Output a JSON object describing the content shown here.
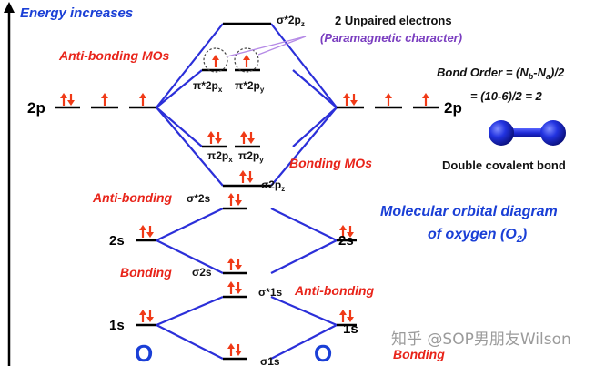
{
  "header": {
    "energy_label": "Energy increases"
  },
  "annotations": {
    "antibonding_mos": "Anti-bonding MOs",
    "unpaired_line1": "2 Unpaired electrons",
    "unpaired_line2": "(Paramagnetic character)",
    "bonding_mos": "Bonding MOs",
    "antibonding_2s": "Anti-bonding",
    "bonding_2s": "Bonding",
    "antibonding_1s": "Anti-bonding",
    "bonding_1s": "Bonding"
  },
  "atom_labels": {
    "left_2p": "2p",
    "right_2p": "2p",
    "left_2s": "2s",
    "right_2s": "2s",
    "left_1s": "1s",
    "right_1s": "1s",
    "left_atom": "O",
    "right_atom": "O"
  },
  "orbital_labels": {
    "sigma_star_2pz": "σ*2p",
    "sigma_star_2pz_sub": "z",
    "pi_star_2px": "π*2p",
    "pi_star_2px_sub": "x",
    "pi_star_2py": "π*2p",
    "pi_star_2py_sub": "y",
    "pi_2px": "π2p",
    "pi_2px_sub": "x",
    "pi_2py": "π2p",
    "pi_2py_sub": "y",
    "sigma_2pz": "σ2p",
    "sigma_2pz_sub": "z",
    "sigma_star_2s": "σ*2s",
    "sigma_2s": "σ2s",
    "sigma_star_1s": "σ*1s",
    "sigma_1s": "σ1s"
  },
  "bond_order": {
    "line1_prefix": "Bond Order = (N",
    "line1_b": "b",
    "line1_mid": "-N",
    "line1_a": "a",
    "line1_suffix": ")/2",
    "line2": "= (10-6)/2 = 2",
    "caption": "Double covalent bond"
  },
  "title": {
    "line1": "Molecular orbital diagram",
    "line2_prefix": "of oxygen (O",
    "line2_sub": "2",
    "line2_suffix": ")"
  },
  "watermark": "知乎 @SOP男朋友Wilson",
  "colors": {
    "header_blue": "#1a3fd6",
    "line_blue": "#2b2fd9",
    "red_text": "#e8241a",
    "purple_text": "#7a3dc0",
    "arrow_red": "#f03a17",
    "molecule_blue": "#1f2bd6",
    "watermark_gray": "#8a8a8a"
  }
}
